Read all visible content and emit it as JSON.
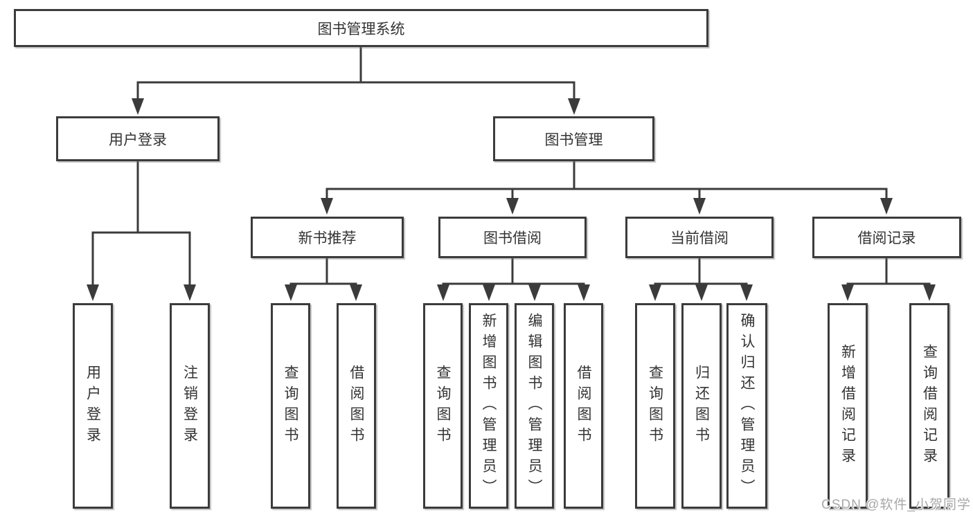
{
  "tree": {
    "root": {
      "label": "图书管理系统"
    },
    "level2": [
      {
        "label": "用户登录"
      },
      {
        "label": "图书管理"
      }
    ],
    "level3": [
      {
        "label": "新书推荐"
      },
      {
        "label": "图书借阅"
      },
      {
        "label": "当前借阅"
      },
      {
        "label": "借阅记录"
      }
    ],
    "leaves": {
      "login": [
        "用户登录",
        "注销登录"
      ],
      "recommend": [
        "查询图书",
        "借阅图书"
      ],
      "borrow": [
        "查询图书",
        "新增图书（管理员）",
        "编辑图书（管理员）",
        "借阅图书"
      ],
      "current": [
        "查询图书",
        "归还图书",
        "确认归还（管理员）"
      ],
      "records": [
        "新增借阅记录",
        "查询借阅记录"
      ]
    }
  },
  "watermark": {
    "text": "CSDN @软件_小贺同学"
  },
  "colors": {
    "background": "#ffffff",
    "border": "#3b3b3b",
    "line": "#3b3b3b",
    "text": "#333333",
    "watermark": "#a8a8a8"
  }
}
